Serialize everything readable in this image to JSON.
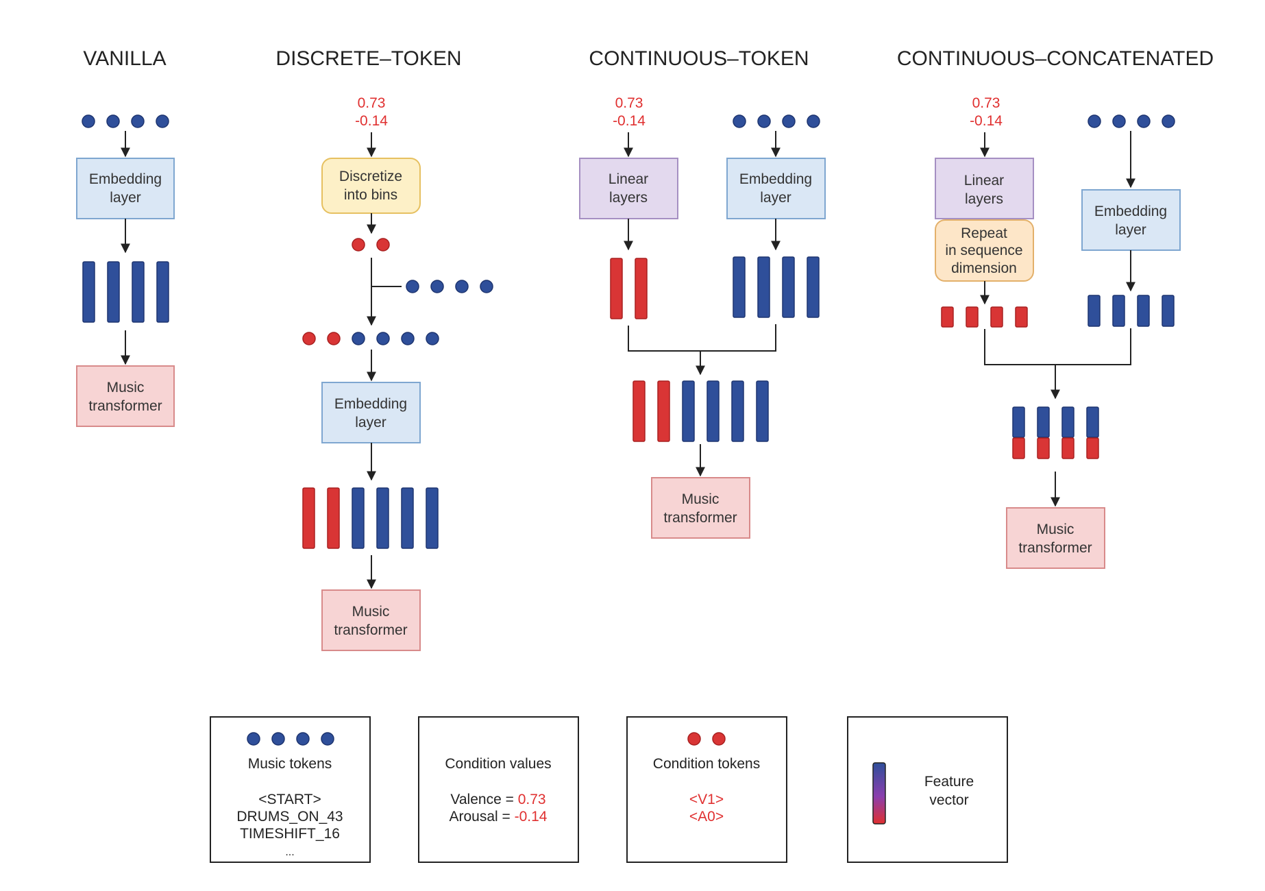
{
  "colors": {
    "music_token": "#2f4f9a",
    "condition_token": "#d93535",
    "condition_text": "#e03030",
    "embedding_fill": "#dae7f5",
    "embedding_stroke": "#7ea6d0",
    "linear_fill": "#e3d9ee",
    "linear_stroke": "#a58fc2",
    "discretize_fill": "#fdf0c7",
    "discretize_stroke": "#e6c060",
    "repeat_fill": "#fde6c8",
    "repeat_stroke": "#e3b06a",
    "transformer_fill": "#f7d4d4",
    "transformer_stroke": "#d88a8a"
  },
  "titles": {
    "vanilla": "VANILLA",
    "discrete": "DISCRETE–TOKEN",
    "cont_token": "CONTINUOUS–TOKEN",
    "cont_concat": "CONTINUOUS–CONCATENATED"
  },
  "conditions": {
    "valence": "0.73",
    "arousal": "-0.14"
  },
  "boxes": {
    "embedding": [
      "Embedding",
      "layer"
    ],
    "linear": [
      "Linear",
      "layers"
    ],
    "discretize": [
      "Discretize",
      "into bins"
    ],
    "repeat": [
      "Repeat",
      "in sequence",
      "dimension"
    ],
    "transformer": [
      "Music",
      "transformer"
    ]
  },
  "legend": {
    "music_tokens": {
      "label": "Music tokens",
      "examples": [
        "<START>",
        "DRUMS_ON_43",
        "TIMESHIFT_16",
        "..."
      ]
    },
    "condition_values": {
      "label": "Condition values",
      "valence_label": "Valence = ",
      "valence_value": "0.73",
      "arousal_label": "Arousal = ",
      "arousal_value": "-0.14"
    },
    "condition_tokens": {
      "label": "Condition tokens",
      "examples": [
        "<V1>",
        "<A0>"
      ]
    },
    "feature_vector": {
      "label": [
        "Feature",
        "vector"
      ]
    }
  }
}
